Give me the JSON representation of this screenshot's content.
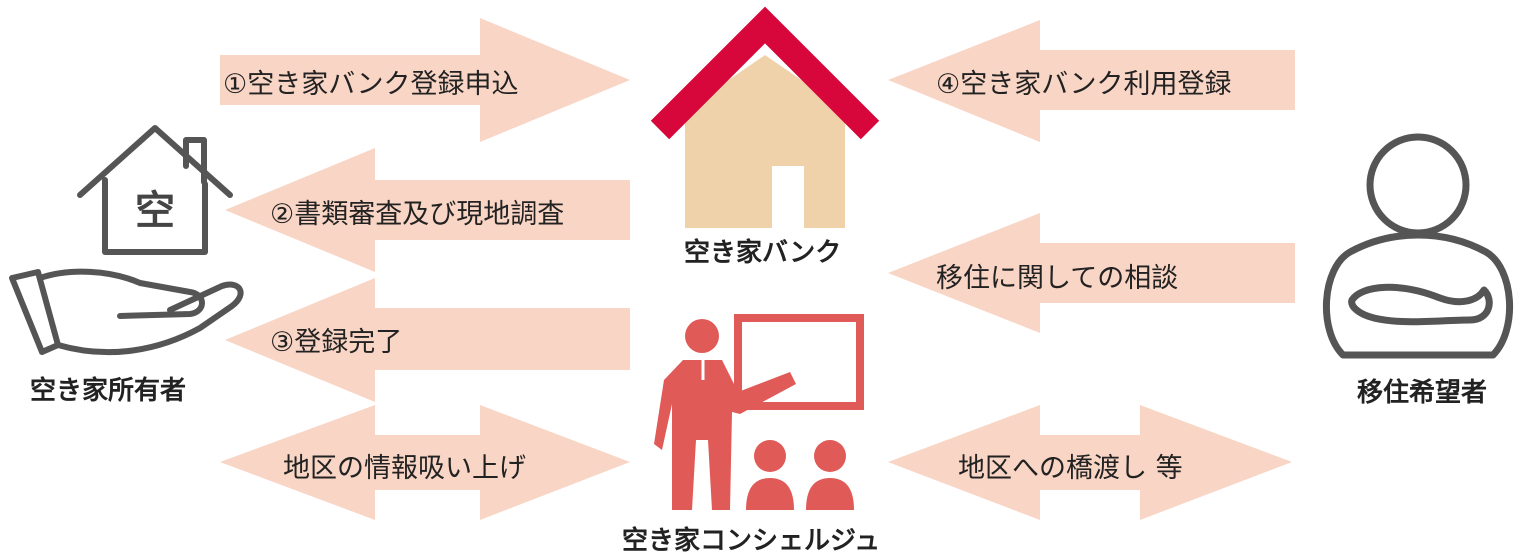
{
  "diagram": {
    "arrows": [
      {
        "id": "a1",
        "label": "①空き家バンク登録申込"
      },
      {
        "id": "a2",
        "label": "②書類審査及び現地調査"
      },
      {
        "id": "a3",
        "label": "③登録完了"
      },
      {
        "id": "a4",
        "label": "地区の情報吸い上げ"
      },
      {
        "id": "a5",
        "label": "④空き家バンク利用登録"
      },
      {
        "id": "a6",
        "label": "移住に関しての相談"
      },
      {
        "id": "a7",
        "label": "地区への橋渡し 等"
      }
    ],
    "actors": {
      "owner": {
        "label": "空き家所有者",
        "icon": "house-in-hand-icon",
        "house_char": "空"
      },
      "bank": {
        "label": "空き家バンク",
        "icon": "house-icon"
      },
      "concierge": {
        "label": "空き家コンシェルジュ",
        "icon": "presenter-icon"
      },
      "seeker": {
        "label": "移住希望者",
        "icon": "person-arms-crossed-icon"
      }
    },
    "colors": {
      "arrow_fill": "#f9d5c5",
      "roof": "#d7063b",
      "house_body": "#f0d2aa",
      "concierge": "#e05a58",
      "icon_stroke": "#555555",
      "text": "#222222"
    }
  }
}
